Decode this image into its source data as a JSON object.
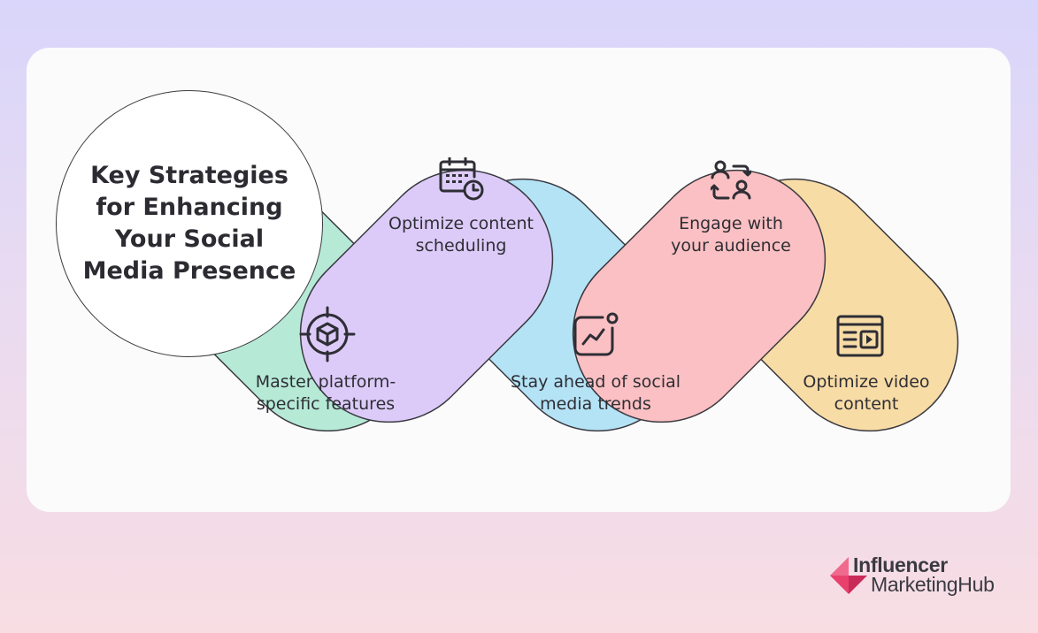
{
  "title": "Key Strategies\nfor Enhancing\nYour Social\nMedia Presence",
  "colors": {
    "green": "#b6ead7",
    "purple": "#dccbf8",
    "blue": "#b5e3f6",
    "pink": "#fbc0c3",
    "yellow": "#f8dca6",
    "outline": "#3a3a40",
    "brand": "#e8416d"
  },
  "strategies": [
    {
      "label": "Master platform-\nspecific features",
      "icon": "target-cube-icon",
      "color": "green"
    },
    {
      "label": "Optimize content\nscheduling",
      "icon": "calendar-clock-icon",
      "color": "purple"
    },
    {
      "label": "Stay ahead of social\nmedia trends",
      "icon": "trend-chart-icon",
      "color": "blue"
    },
    {
      "label": "Engage with\nyour audience",
      "icon": "people-exchange-icon",
      "color": "pink"
    },
    {
      "label": "Optimize video\ncontent",
      "icon": "video-content-icon",
      "color": "yellow"
    }
  ],
  "logo": {
    "line1": "Influencer",
    "line2": "MarketingHub"
  }
}
